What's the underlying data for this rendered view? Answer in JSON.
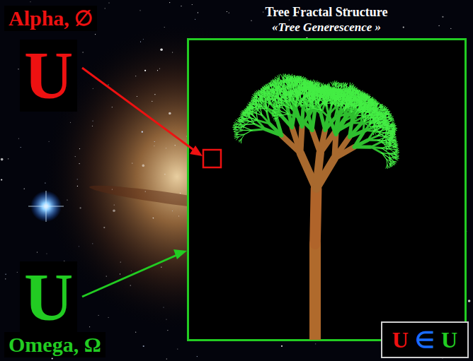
{
  "diagram": {
    "title": "Tree Fractal Structure",
    "nodes": [
      {
        "text": [
          "U",
          "∈",
          "U"
        ]
      }
    ],
    "labels": [
      "«Tree Generescence »",
      "Alpha, ∅",
      "U",
      "U",
      "Omega, Ω"
    ]
  }
}
